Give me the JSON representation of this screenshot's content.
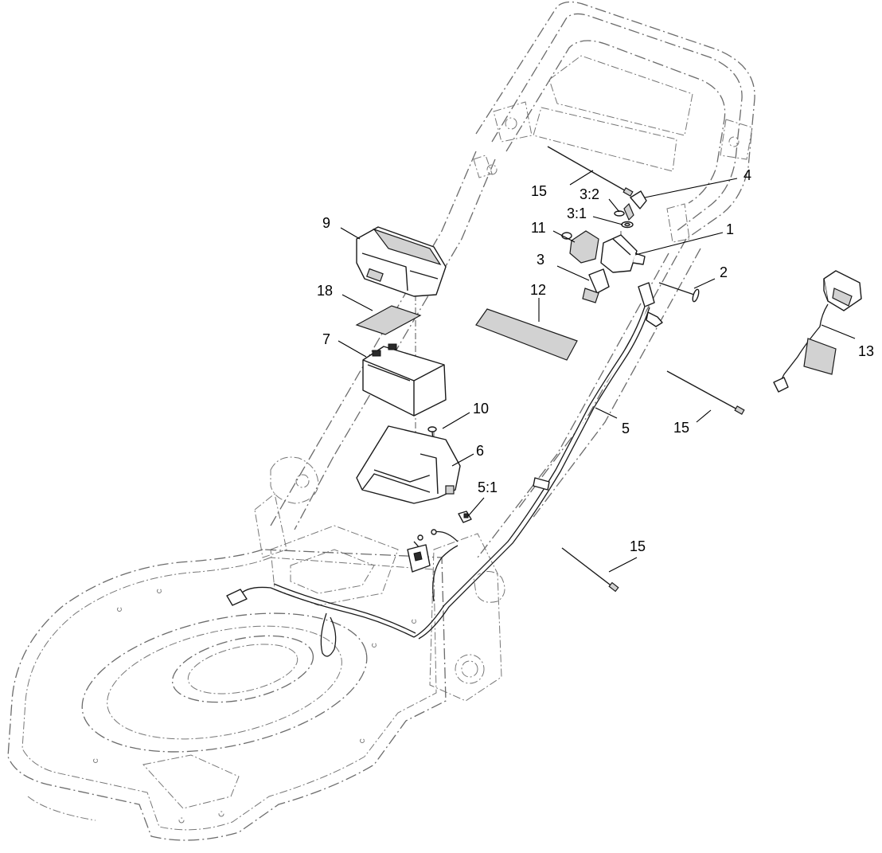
{
  "callouts": {
    "c1": "1",
    "c2": "2",
    "c3": "3",
    "c3_1": "3:1",
    "c3_2": "3:2",
    "c4": "4",
    "c5": "5",
    "c5_1": "5:1",
    "c6": "6",
    "c7": "7",
    "c9": "9",
    "c10": "10",
    "c11": "11",
    "c12": "12",
    "c13": "13",
    "c15_top": "15",
    "c15_right": "15",
    "c15_bottom": "15",
    "c18": "18"
  }
}
